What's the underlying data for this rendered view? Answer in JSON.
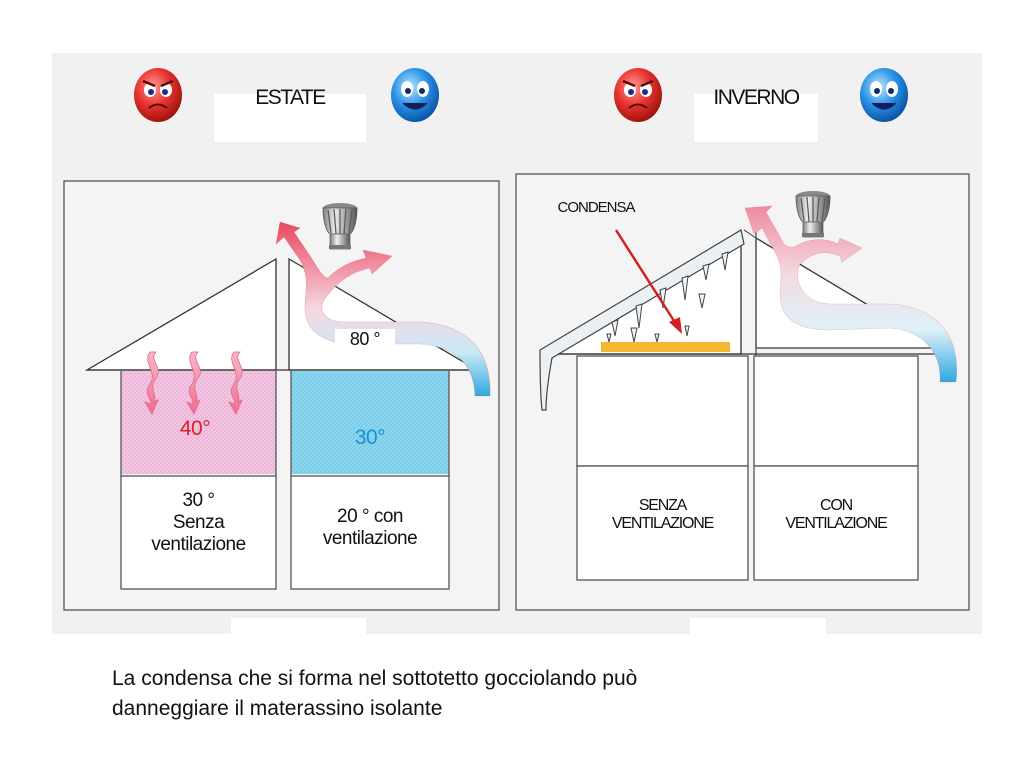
{
  "summer": {
    "title": "ESTATE",
    "temp_attic_no_vent": "40°",
    "temp_attic_vent": "30°",
    "temp_flow": "80 °",
    "room_left": {
      "temp": "30 °",
      "line1": "Senza",
      "line2": "ventilazione"
    },
    "room_right": {
      "line1": "20 ° con",
      "line2": "ventilazione"
    }
  },
  "winter": {
    "title": "INVERNO",
    "condensa": "CONDENSA",
    "room_left": {
      "line1": "SENZA",
      "line2": "VENTILAZIONE"
    },
    "room_right": {
      "line1": "CON",
      "line2": "VENTILAZIONE"
    }
  },
  "caption": {
    "line1": "La condensa che si forma  nel sottotetto gocciolando può",
    "line2": "danneggiare  il materassino isolante"
  },
  "colors": {
    "hot": "#e8475e",
    "cold": "#29a3dd",
    "hot_fill": "#f3c6e3",
    "cold_fill": "#8ed6ee",
    "insulation": "#f4b731",
    "arrow_red": "#d42020",
    "temp_red": "#e0202a",
    "temp_blue": "#1d8fd0"
  },
  "icons": [
    "angry-face-icon",
    "happy-face-icon",
    "roof-turbine-vent-icon"
  ]
}
